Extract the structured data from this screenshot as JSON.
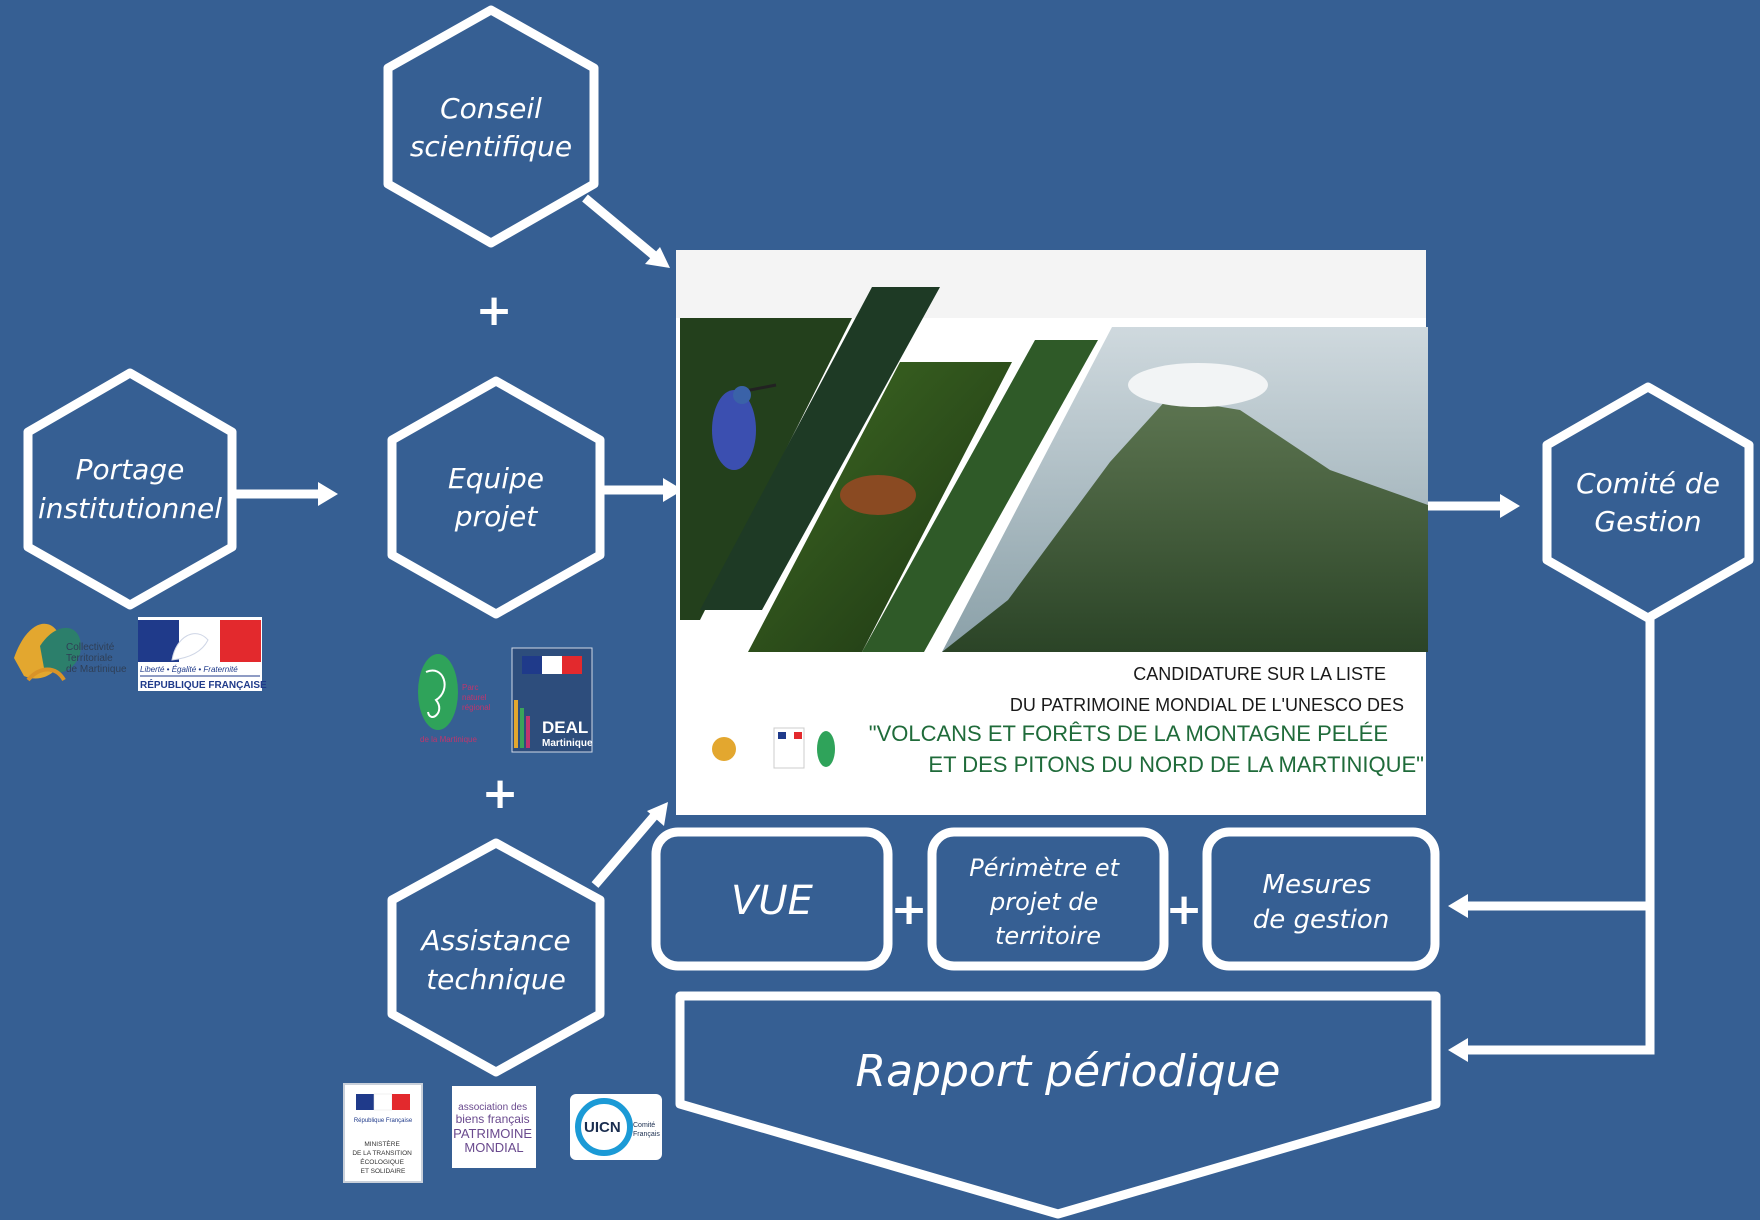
{
  "nodes": {
    "conseil": [
      "Conseil",
      "scientifique"
    ],
    "portage": [
      "Portage",
      "institutionnel"
    ],
    "equipe": [
      "Equipe",
      "projet"
    ],
    "assistance": [
      "Assistance",
      "technique"
    ],
    "comite": [
      "Comité de",
      "Gestion"
    ]
  },
  "plus_sign": "+",
  "cover": {
    "line1": "CANDIDATURE SUR LA LISTE",
    "line2": "DU PATRIMOINE MONDIAL DE L'UNESCO DES",
    "line3": "\"VOLCANS ET FORÊTS DE LA MONTAGNE PELÉE",
    "line4": "ET DES PITONS DU NORD DE LA MARTINIQUE\"",
    "colors": {
      "dark": "#1a1a1a",
      "green": "#1f6b3a"
    }
  },
  "boxes": {
    "vue": "VUE",
    "perimetre": [
      "Périmètre et",
      "projet de",
      "territoire"
    ],
    "mesures": [
      "Mesures",
      "de gestion"
    ],
    "rapport": "Rapport périodique"
  },
  "logos": {
    "ctm": [
      "Collectivité",
      "Territoriale",
      "de Martinique"
    ],
    "rf_motto": "Liberté • Égalité • Fraternité",
    "rf_name": "RÉPUBLIQUE FRANÇAISE",
    "pnr": [
      "Parc",
      "naturel",
      "régional",
      "de la Martinique"
    ],
    "deal": [
      "DEAL",
      "Martinique"
    ],
    "ministere": [
      "MINISTÈRE",
      "DE LA TRANSITION",
      "ÉCOLOGIQUE",
      "ET SOLIDAIRE"
    ],
    "ministere_rf": "République Française",
    "abfpm": [
      "association des",
      "biens français",
      "PATRIMOINE",
      "MONDIAL"
    ],
    "uicn": [
      "UICN",
      "Comité",
      "Français"
    ]
  },
  "colors": {
    "background": "#365f93",
    "stroke": "#ffffff",
    "box_fill": "#365f93"
  }
}
